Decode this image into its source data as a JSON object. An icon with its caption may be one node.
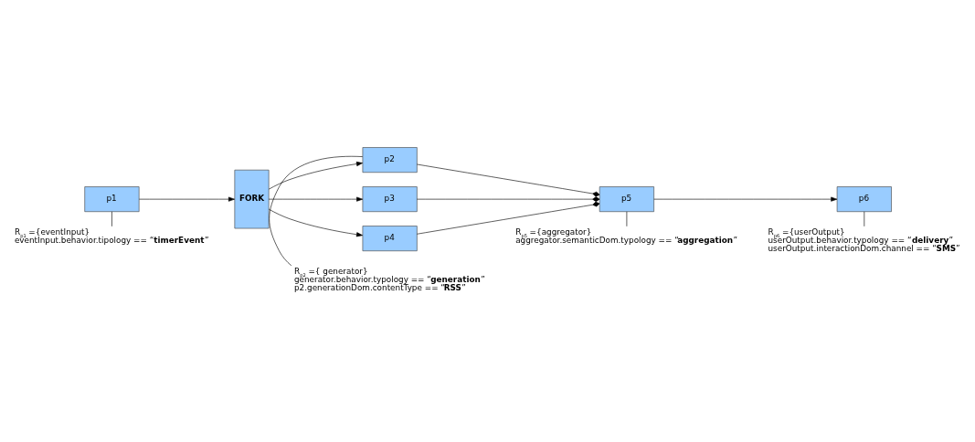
{
  "diagram": {
    "nodes": [
      {
        "text": [
          "p1"
        ]
      },
      {
        "text": [
          "FORK"
        ]
      },
      {
        "text": [
          "p2"
        ]
      },
      {
        "text": [
          "p3"
        ]
      },
      {
        "text": [
          "p4"
        ]
      },
      {
        "text": [
          "p5"
        ]
      },
      {
        "text": [
          "p6"
        ]
      },
      {
        "text": [
          "R$_{p2}$ ={ generator}",
          "generator.behavior.typology == “**generation**”",
          "p2.generationDom.contentType == “**RSS**”"
        ]
      },
      {
        "text": [
          "R$_{p5}$ ={aggregator}",
          "aggregator.semanticDom.typology == “**aggregation**”"
        ]
      },
      {
        "text": [
          "R$_{p6}$ ={userOutput}",
          "userOutput.behavior.typology == “**delivery**”",
          "userOutput.interactionDom.channel == “**SMS**”"
        ]
      },
      {
        "text": [
          "R$_{p1}$ ={eventInput}",
          "eventInput.behavior.tipology == “**timerEvent**”"
        ]
      }
    ],
    "edges": [
      {
        "from": 0,
        "to": 1,
        "arrow": "to"
      },
      {
        "from": 1,
        "to": 2,
        "arrow": "to"
      },
      {
        "from": 1,
        "to": 3,
        "arrow": "to"
      },
      {
        "from": 1,
        "to": 4,
        "arrow": "to"
      },
      {
        "from": 2,
        "to": 5,
        "arrow": "other"
      },
      {
        "from": 3,
        "to": 5,
        "arrow": "other"
      },
      {
        "from": 4,
        "to": 5,
        "arrow": "other"
      },
      {
        "from": 5,
        "to": 6,
        "arrow": "to"
      },
      {
        "from": 7,
        "to": 2,
        "arrow": "none"
      },
      {
        "from": 8,
        "to": 5,
        "arrow": "none"
      },
      {
        "from": 9,
        "to": 6,
        "arrow": "none"
      },
      {
        "from": 10,
        "to": 0,
        "arrow": "none"
      }
    ]
  }
}
